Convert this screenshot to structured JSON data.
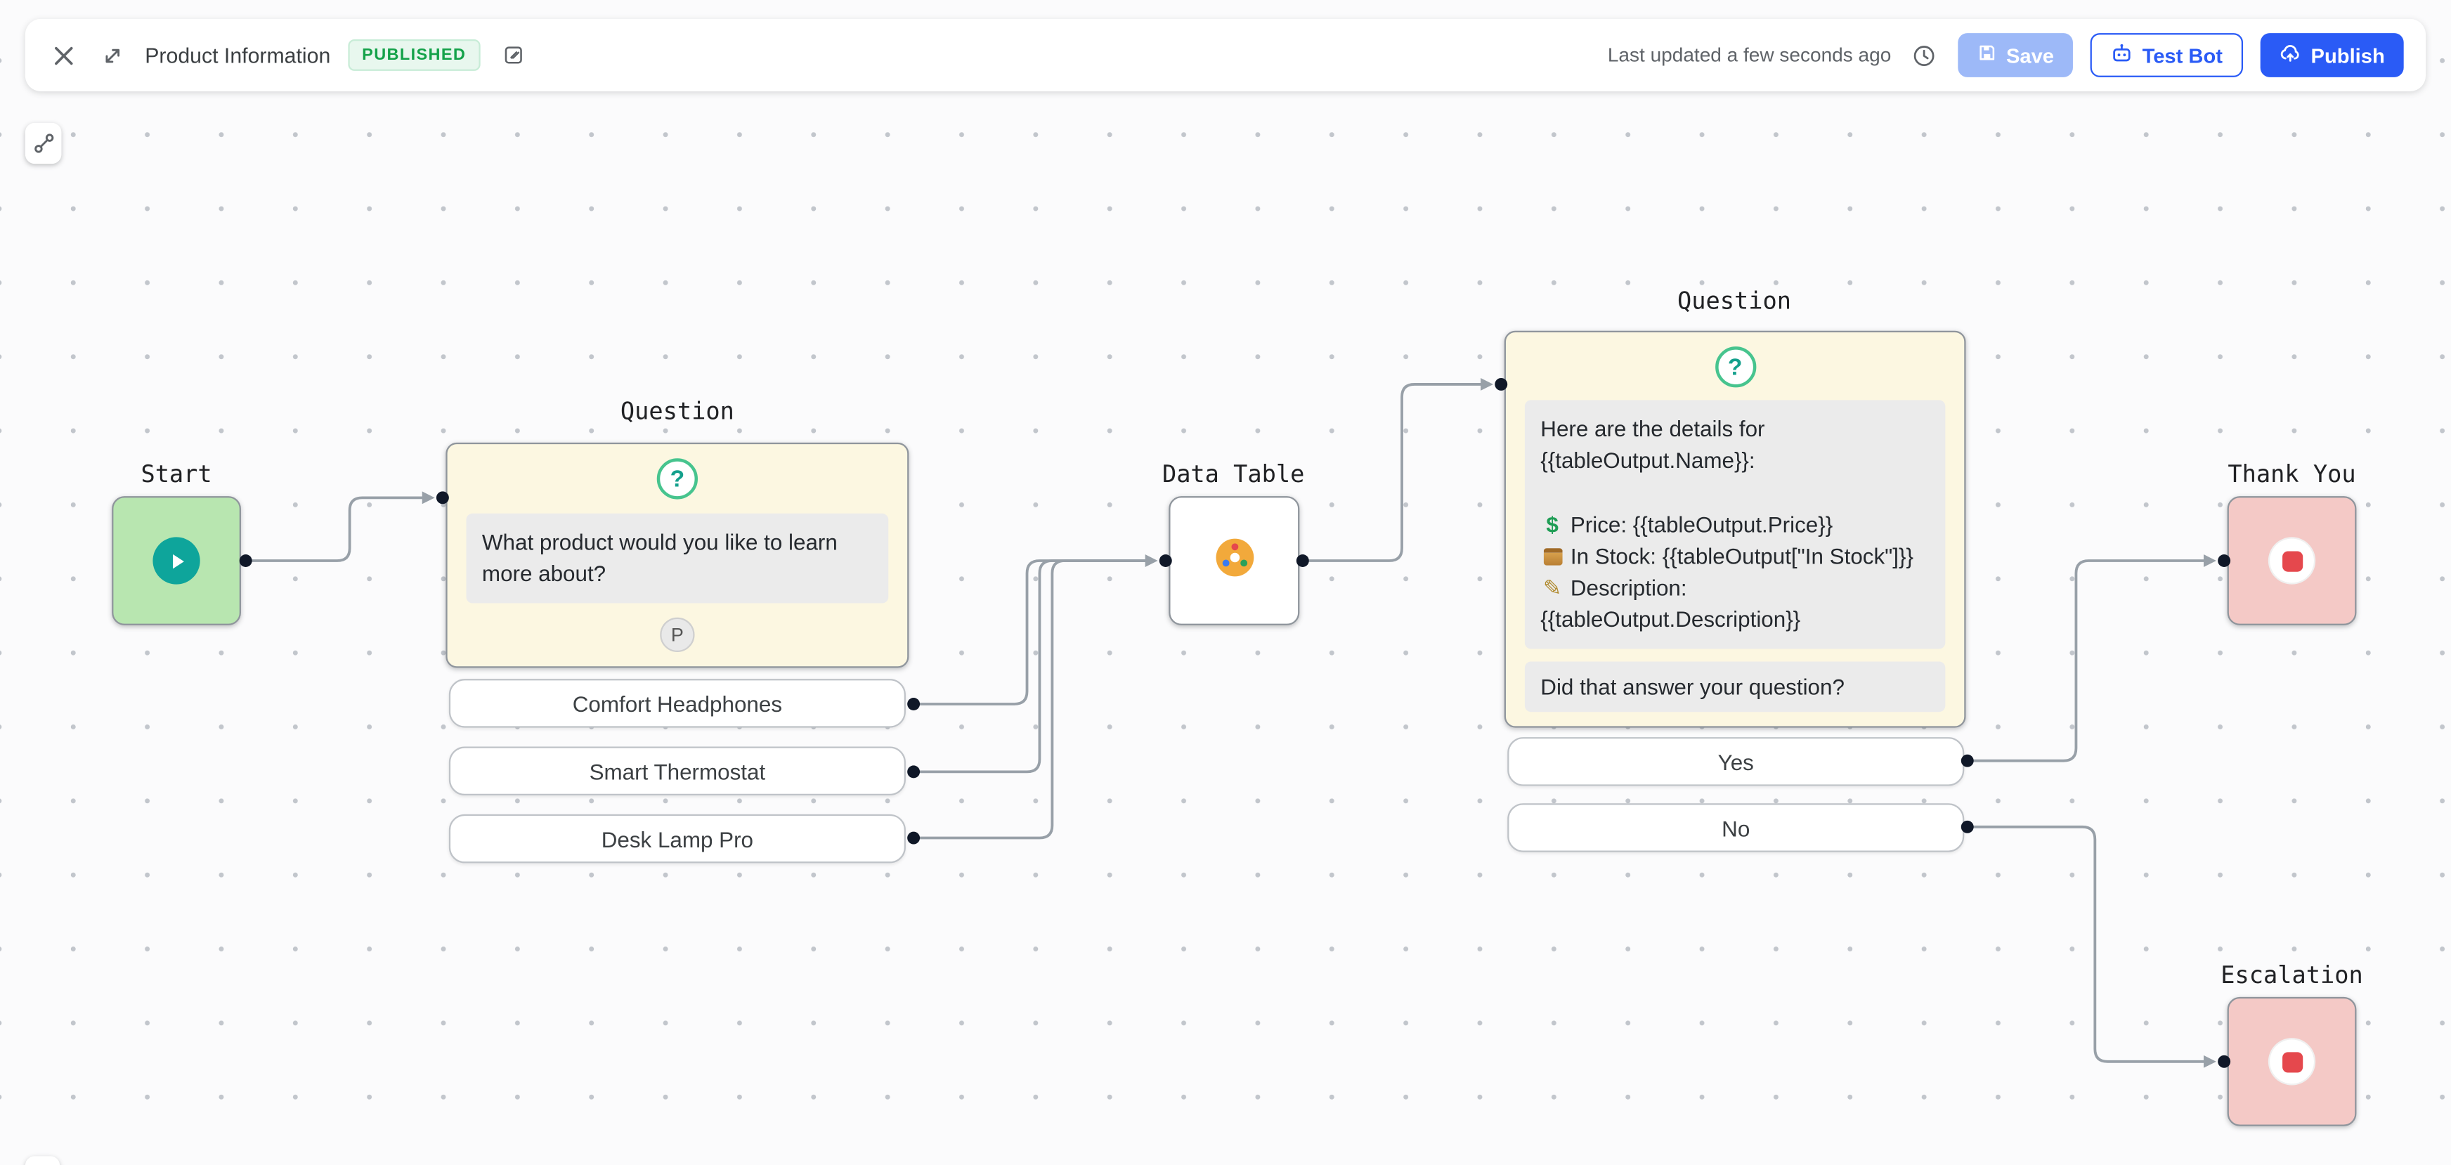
{
  "topbar": {
    "title": "Product Information",
    "status_badge": "PUBLISHED",
    "last_updated": "Last updated a few seconds ago",
    "save_label": "Save",
    "test_bot_label": "Test Bot",
    "publish_label": "Publish"
  },
  "colors": {
    "primary_blue": "#2a5bf6",
    "save_disabled_blue": "#9db9f8",
    "published_green": "#15a24a",
    "start_node_green": "#b8e6b0",
    "question_card_yellow": "#fcf7e1",
    "stop_node_pink": "#f4c9c6",
    "edge_gray": "#98a0a8",
    "data_table_amber": "#f2a93b",
    "play_teal": "#0ea59b",
    "stop_red": "#e5484d"
  },
  "canvas": {
    "nodes": {
      "start": {
        "label": "Start",
        "icon": "play-icon"
      },
      "question1": {
        "label": "Question",
        "icon": "question-mark-icon",
        "message": "What product would you like to learn more about?",
        "badge": "P",
        "options": [
          "Comfort Headphones",
          "Smart Thermostat",
          "Desk Lamp Pro"
        ]
      },
      "data_table": {
        "label": "Data Table",
        "icon": "data-table-icon"
      },
      "question2": {
        "label": "Question",
        "icon": "question-mark-icon",
        "intro": "Here are the details for {{tableOutput.Name}}:",
        "details": [
          {
            "icon": "dollar-icon",
            "text": "Price: {{tableOutput.Price}}"
          },
          {
            "icon": "package-icon",
            "text": "In Stock: {{tableOutput[\"In Stock\"]}}"
          },
          {
            "icon": "memo-icon",
            "text": "Description: {{tableOutput.Description}}"
          }
        ],
        "followup": "Did that answer your question?",
        "options": [
          "Yes",
          "No"
        ]
      },
      "thank_you": {
        "label": "Thank You",
        "icon": "stop-icon"
      },
      "escalation": {
        "label": "Escalation",
        "icon": "stop-icon"
      }
    }
  }
}
